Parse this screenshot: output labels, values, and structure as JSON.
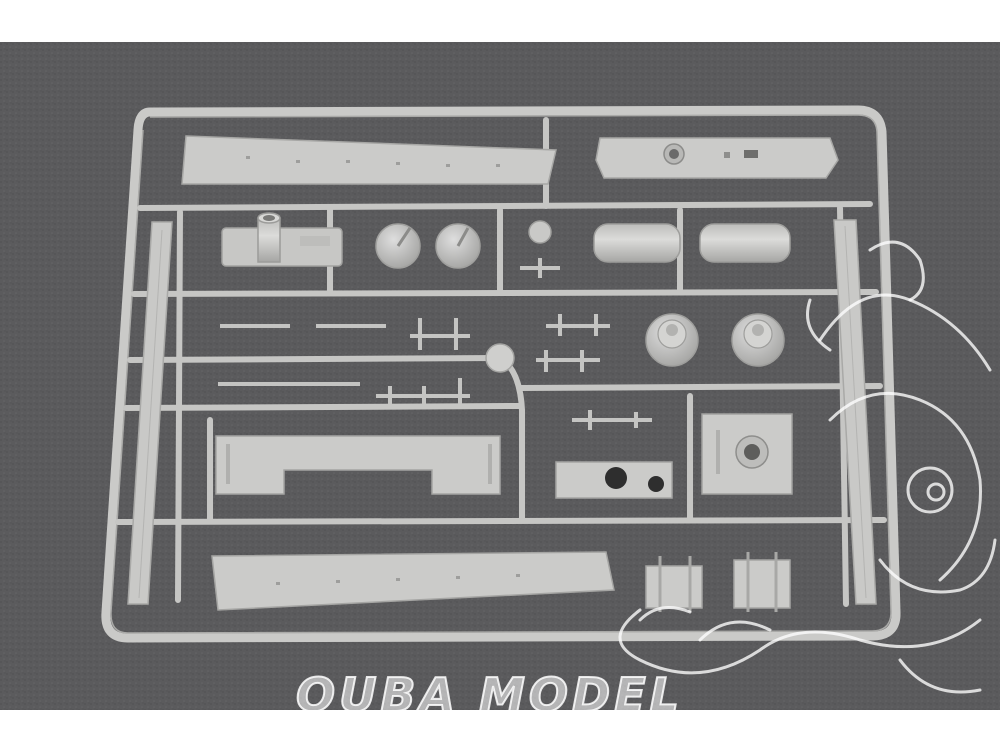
{
  "photo": {
    "subject": "plastic-model-sprue",
    "background_color": "#5a5a5c",
    "plastic_color": "#c9c9c7",
    "plastic_shade": "#a9a9a7",
    "plastic_highlight": "#dedede"
  },
  "watermark": {
    "text": "OUBA MODEL",
    "mascot": "octopus-mascot-outline"
  }
}
